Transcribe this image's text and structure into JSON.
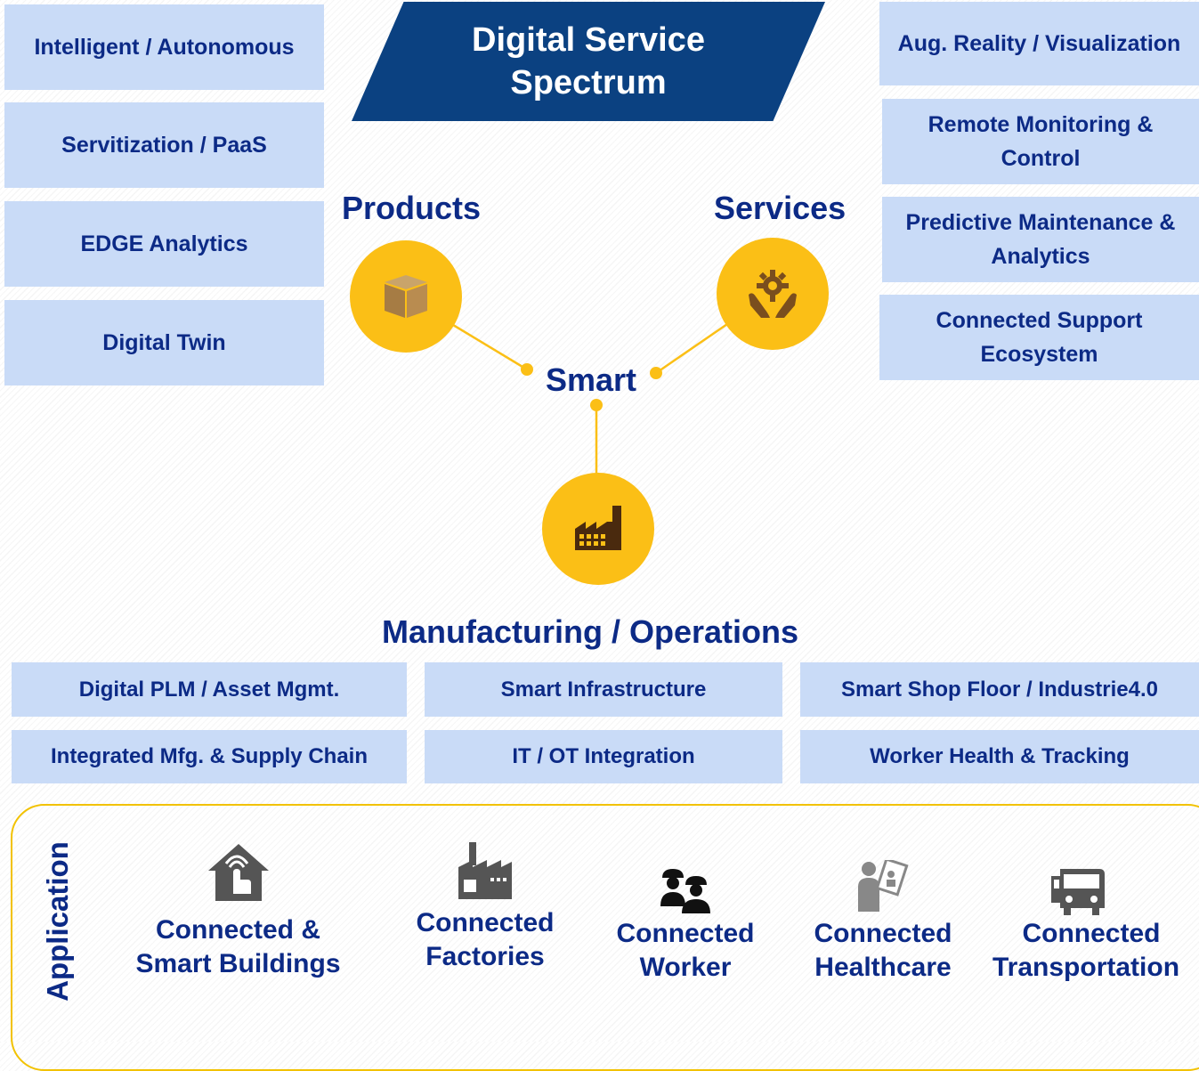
{
  "title": "Digital Service Spectrum",
  "left_boxes": [
    "Intelligent / Autonomous",
    "Servitization /  PaaS",
    "EDGE Analytics",
    "Digital Twin"
  ],
  "right_boxes": [
    "Aug. Reality / Visualization",
    "Remote Monitoring & Control",
    "Predictive Maintenance & Analytics",
    "Connected Support Ecosystem"
  ],
  "hub": {
    "products_label": "Products",
    "services_label": "Services",
    "center_label": "Smart",
    "bottom_label": "Manufacturing / Operations"
  },
  "ops_boxes": [
    [
      "Digital PLM / Asset Mgmt.",
      "Smart Infrastructure",
      "Smart Shop Floor / Industrie4.0"
    ],
    [
      "Integrated Mfg. & Supply Chain",
      "IT / OT Integration",
      "Worker Health & Tracking"
    ]
  ],
  "application": {
    "label": "Application",
    "items": [
      {
        "line1": "Connected &",
        "line2": "Smart Buildings",
        "icon": "smart-home-icon"
      },
      {
        "line1": "Connected",
        "line2": "Factories",
        "icon": "factory-icon"
      },
      {
        "line1": "Connected",
        "line2": "Worker",
        "icon": "workers-icon"
      },
      {
        "line1": "Connected",
        "line2": "Healthcare",
        "icon": "healthcare-icon"
      },
      {
        "line1": "Connected",
        "line2": "Transportation",
        "icon": "bus-icon"
      }
    ]
  },
  "colors": {
    "banner": "#0b4181",
    "box_fill": "#c9dbf7",
    "text": "#0c2a86",
    "accent": "#fbbf16",
    "frame": "#f2c200"
  }
}
